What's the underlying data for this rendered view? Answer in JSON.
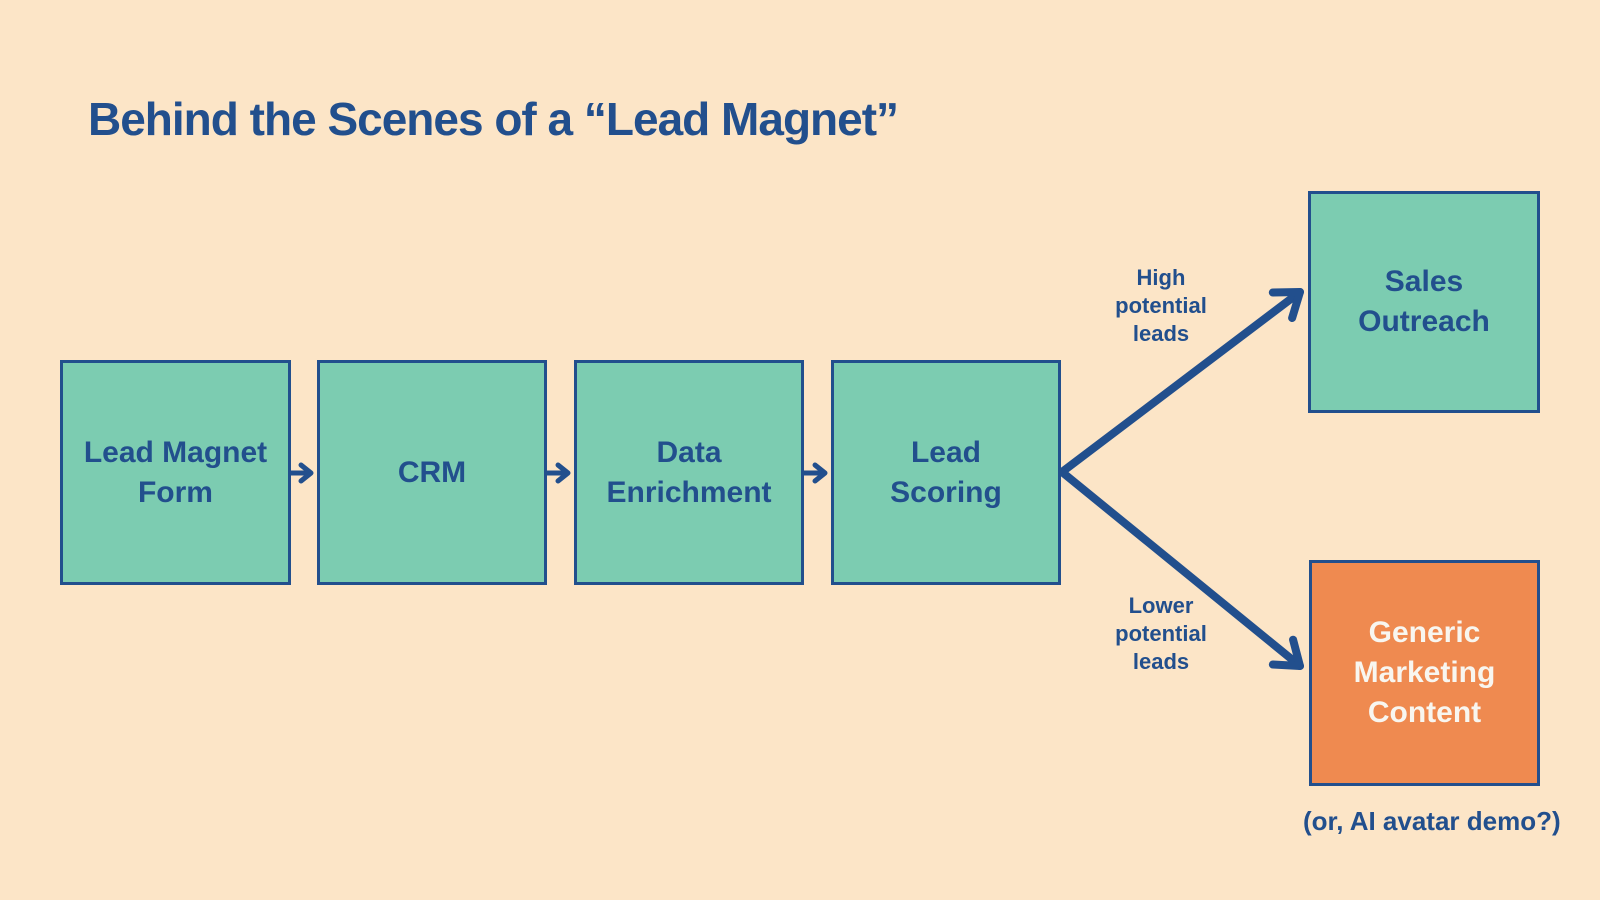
{
  "title": "Behind the Scenes of a “Lead Magnet”",
  "colors": {
    "background": "#fce5c7",
    "box_teal": "#7cccb1",
    "box_orange": "#ef8a50",
    "stroke_blue": "#224f8d",
    "text_light": "#f8f6f0"
  },
  "nodes": {
    "lead_magnet_form": {
      "label": "Lead Magnet\nForm"
    },
    "crm": {
      "label": "CRM"
    },
    "data_enrichment": {
      "label": "Data\nEnrichment"
    },
    "lead_scoring": {
      "label": "Lead\nScoring"
    },
    "sales_outreach": {
      "label": "Sales\nOutreach"
    },
    "generic_marketing_content": {
      "label": "Generic\nMarketing\nContent"
    }
  },
  "branch_labels": {
    "high": "High\npotential\nleads",
    "low": "Lower\npotential\nleads"
  },
  "footnote": "(or, AI avatar demo?)"
}
